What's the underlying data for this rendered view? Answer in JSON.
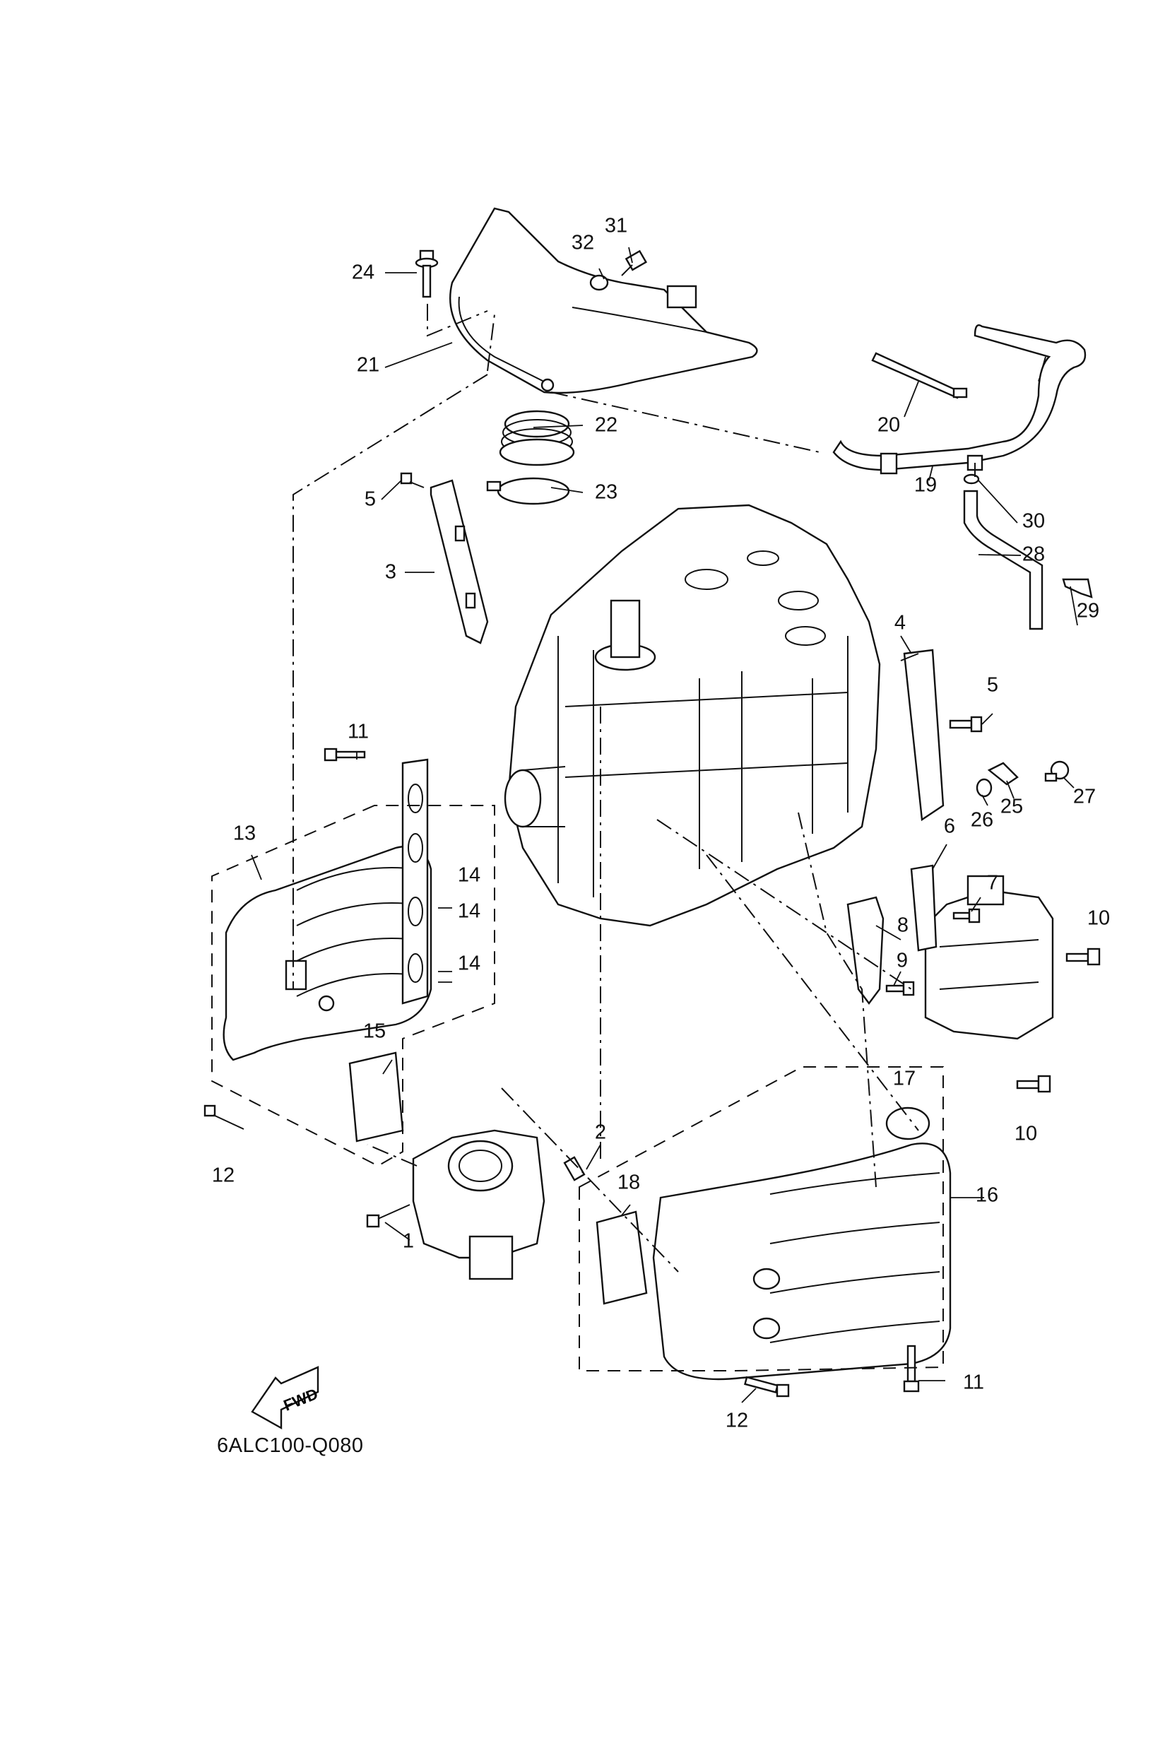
{
  "diagram": {
    "type": "exploded-parts-diagram",
    "subject": "Outboard engine intake assembly",
    "drawing_code": "6ALC100-Q080",
    "direction_indicator": "FWD",
    "callouts": [
      {
        "id": "c1",
        "number": "1",
        "part": "bolt"
      },
      {
        "id": "c2",
        "number": "2",
        "part": "dowel pin"
      },
      {
        "id": "c3",
        "number": "3",
        "part": "bracket (left)"
      },
      {
        "id": "c4",
        "number": "4",
        "part": "bracket (right)"
      },
      {
        "id": "c5a",
        "number": "5",
        "part": "bolt"
      },
      {
        "id": "c5b",
        "number": "5",
        "part": "bolt"
      },
      {
        "id": "c6",
        "number": "6",
        "part": "bracket"
      },
      {
        "id": "c7",
        "number": "7",
        "part": "bolt"
      },
      {
        "id": "c8",
        "number": "8",
        "part": "plate"
      },
      {
        "id": "c9",
        "number": "9",
        "part": "bolt"
      },
      {
        "id": "c10a",
        "number": "10",
        "part": "bolt"
      },
      {
        "id": "c10b",
        "number": "10",
        "part": "bolt"
      },
      {
        "id": "c11a",
        "number": "11",
        "part": "bolt"
      },
      {
        "id": "c11b",
        "number": "11",
        "part": "bolt"
      },
      {
        "id": "c12a",
        "number": "12",
        "part": "bolt"
      },
      {
        "id": "c12b",
        "number": "12",
        "part": "bolt"
      },
      {
        "id": "c13",
        "number": "13",
        "part": "intake manifold (upper)"
      },
      {
        "id": "c14a",
        "number": "14",
        "part": "gasket"
      },
      {
        "id": "c14b",
        "number": "14",
        "part": "gasket"
      },
      {
        "id": "c14c",
        "number": "14",
        "part": "gasket"
      },
      {
        "id": "c15",
        "number": "15",
        "part": "gasket"
      },
      {
        "id": "c16",
        "number": "16",
        "part": "intake manifold (lower)"
      },
      {
        "id": "c17",
        "number": "17",
        "part": "o-ring"
      },
      {
        "id": "c18",
        "number": "18",
        "part": "gasket"
      },
      {
        "id": "c19",
        "number": "19",
        "part": "hose"
      },
      {
        "id": "c20",
        "number": "20",
        "part": "band / cable tie"
      },
      {
        "id": "c21",
        "number": "21",
        "part": "silencer"
      },
      {
        "id": "c22",
        "number": "22",
        "part": "bellows joint"
      },
      {
        "id": "c23",
        "number": "23",
        "part": "clamp"
      },
      {
        "id": "c24",
        "number": "24",
        "part": "bolt"
      },
      {
        "id": "c25",
        "number": "25",
        "part": "joint"
      },
      {
        "id": "c26",
        "number": "26",
        "part": "o-ring"
      },
      {
        "id": "c27",
        "number": "27",
        "part": "bolt"
      },
      {
        "id": "c28",
        "number": "28",
        "part": "hose"
      },
      {
        "id": "c29",
        "number": "29",
        "part": "holder"
      },
      {
        "id": "c30",
        "number": "30",
        "part": "clip"
      },
      {
        "id": "c31",
        "number": "31",
        "part": "sensor"
      },
      {
        "id": "c32",
        "number": "32",
        "part": "grommet"
      }
    ]
  }
}
